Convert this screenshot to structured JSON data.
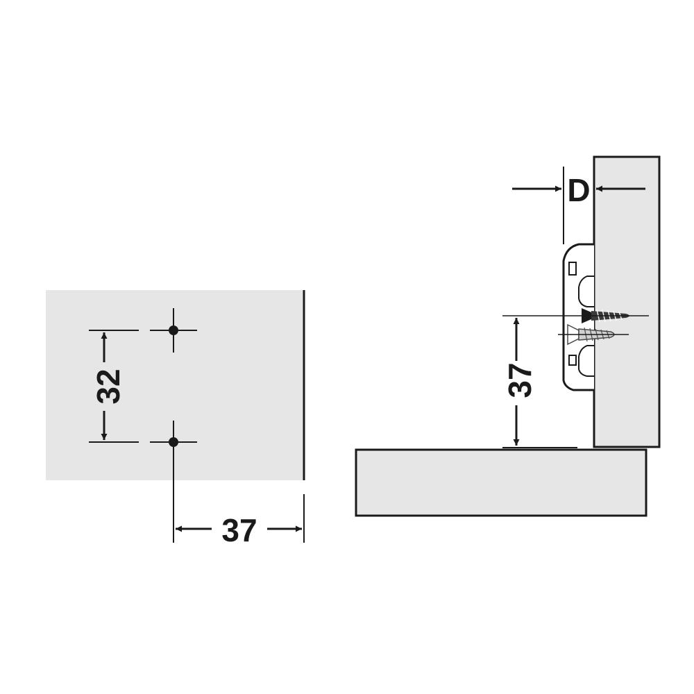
{
  "colors": {
    "panel_fill": "#e6e6e6",
    "line": "#1a1a1a",
    "background": "#ffffff"
  },
  "front_view": {
    "vertical_spacing_label": "32",
    "edge_distance_label": "37"
  },
  "side_view": {
    "edge_distance_label": "37",
    "thickness_label": "D"
  }
}
